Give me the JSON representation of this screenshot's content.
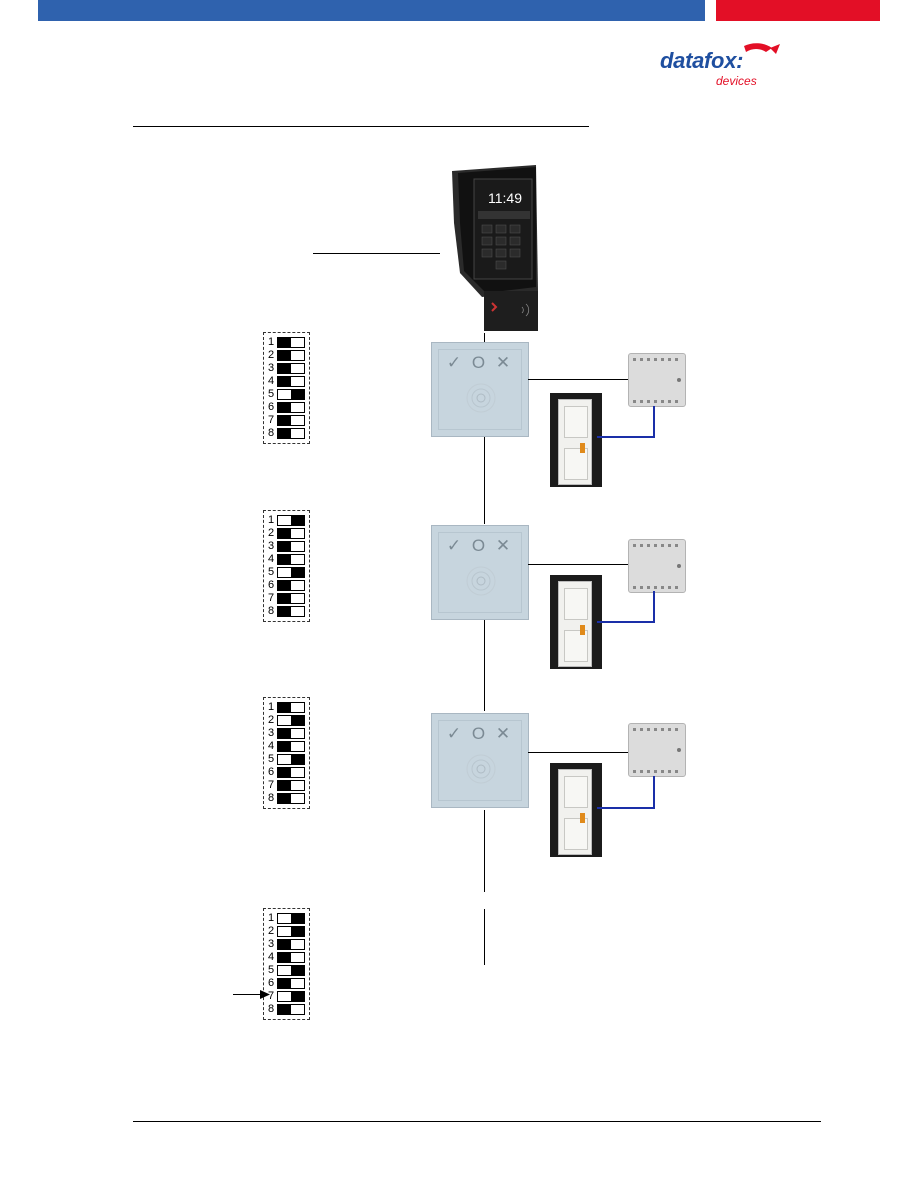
{
  "header": {
    "logo_text": "datafox:",
    "logo_sub": "devices",
    "colors": {
      "blue_bar": "#2f62ae",
      "red_bar": "#e30f26"
    }
  },
  "terminal": {
    "time": "11:49",
    "icon": "nfc-icon"
  },
  "dip_switch_groups": [
    {
      "rows": [
        {
          "label": "1",
          "state": "off"
        },
        {
          "label": "2",
          "state": "off"
        },
        {
          "label": "3",
          "state": "off"
        },
        {
          "label": "4",
          "state": "off"
        },
        {
          "label": "5",
          "state": "on"
        },
        {
          "label": "6",
          "state": "off"
        },
        {
          "label": "7",
          "state": "off"
        },
        {
          "label": "8",
          "state": "off"
        }
      ]
    },
    {
      "rows": [
        {
          "label": "1",
          "state": "on"
        },
        {
          "label": "2",
          "state": "off"
        },
        {
          "label": "3",
          "state": "off"
        },
        {
          "label": "4",
          "state": "off"
        },
        {
          "label": "5",
          "state": "on"
        },
        {
          "label": "6",
          "state": "off"
        },
        {
          "label": "7",
          "state": "off"
        },
        {
          "label": "8",
          "state": "off"
        }
      ]
    },
    {
      "rows": [
        {
          "label": "1",
          "state": "off"
        },
        {
          "label": "2",
          "state": "on"
        },
        {
          "label": "3",
          "state": "off"
        },
        {
          "label": "4",
          "state": "off"
        },
        {
          "label": "5",
          "state": "on"
        },
        {
          "label": "6",
          "state": "off"
        },
        {
          "label": "7",
          "state": "off"
        },
        {
          "label": "8",
          "state": "off"
        }
      ]
    },
    {
      "rows": [
        {
          "label": "1",
          "state": "on"
        },
        {
          "label": "2",
          "state": "on"
        },
        {
          "label": "3",
          "state": "off"
        },
        {
          "label": "4",
          "state": "off"
        },
        {
          "label": "5",
          "state": "on"
        },
        {
          "label": "6",
          "state": "off"
        },
        {
          "label": "7",
          "state": "on"
        },
        {
          "label": "8",
          "state": "off"
        }
      ]
    }
  ],
  "reader_symbols": "✓ O ✕"
}
